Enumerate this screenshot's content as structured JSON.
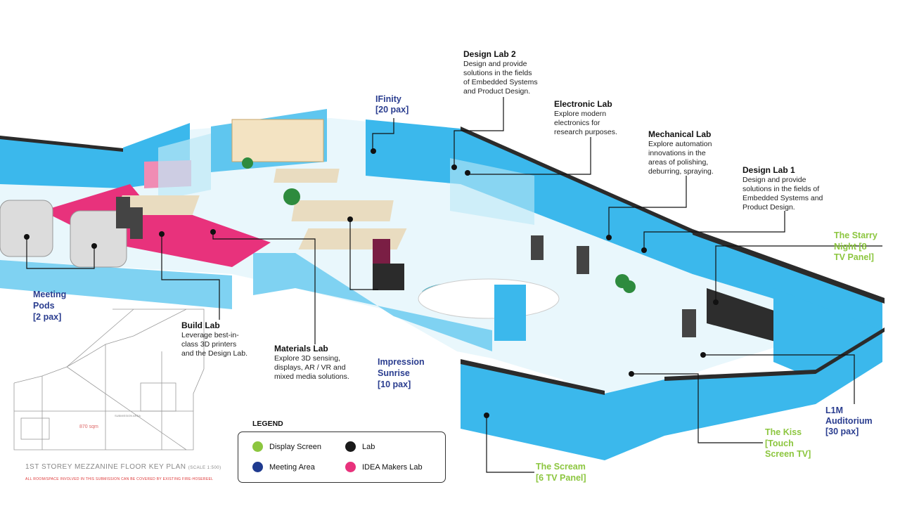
{
  "labs": {
    "design2": {
      "title": "Design Lab 2",
      "desc": [
        "Design and provide",
        "solutions in the fields",
        "of Embedded Systems",
        "and Product Design."
      ]
    },
    "electronic": {
      "title": "Electronic Lab",
      "desc": [
        "Explore modern",
        "electronics for",
        "research purposes."
      ]
    },
    "mechanical": {
      "title": "Mechanical Lab",
      "desc": [
        "Explore automation",
        "innovations in the",
        "areas of polishing,",
        "deburring, spraying."
      ]
    },
    "design1": {
      "title": "Design Lab 1",
      "desc": [
        "Design and provide",
        "solutions in the fields of",
        "Embedded Systems and",
        "Product Design."
      ]
    },
    "build": {
      "title": "Build Lab",
      "desc": [
        "Leverage best-in-",
        "class 3D printers",
        "and the Design Lab."
      ]
    },
    "materials": {
      "title": "Materials Lab",
      "desc": [
        "Explore 3D sensing,",
        "displays, AR / VR and",
        "mixed media solutions."
      ]
    }
  },
  "meeting": {
    "ifinity": [
      "IFinity",
      "[20 pax]"
    ],
    "pods": [
      "Meeting",
      "Pods",
      "[2 pax]"
    ],
    "sunrise": [
      "Impression",
      "Sunrise",
      "[10 pax]"
    ],
    "auditorium": [
      "L1M",
      "Auditorium",
      "[30 pax]"
    ]
  },
  "displays": {
    "starry": [
      "The Starry",
      "Night [8",
      "TV Panel]"
    ],
    "kiss": [
      "The Kiss",
      "[Touch",
      "Screen TV]"
    ],
    "scream": [
      "The Scream",
      "[6 TV Panel]"
    ]
  },
  "legend": {
    "title": "LEGEND",
    "items": [
      {
        "label": "Display Screen",
        "color": "#8cc63f"
      },
      {
        "label": "Lab",
        "color": "#1a1a1a"
      },
      {
        "label": "Meeting Area",
        "color": "#1f3a8f"
      },
      {
        "label": "IDEA Makers Lab",
        "color": "#e8327c"
      }
    ]
  },
  "keyplan": {
    "caption": "1ST STOREY MEZZANINE FLOOR KEY PLAN",
    "scale": "(SCALE 1:500)",
    "note": "ALL ROOM/SPACE INVOLVED IN THIS SUBMISSION CAN BE COVERED BY EXISTING FIRE-HOSEREEL",
    "area": "870 sqm",
    "sub": "SUBMISSION AREA"
  },
  "colors": {
    "wall": "#3bb8ec",
    "wall_dark": "#1e9fd6",
    "floor": "#e6f6fc",
    "pink": "#e8327c",
    "rim": "#2b2b2b"
  }
}
